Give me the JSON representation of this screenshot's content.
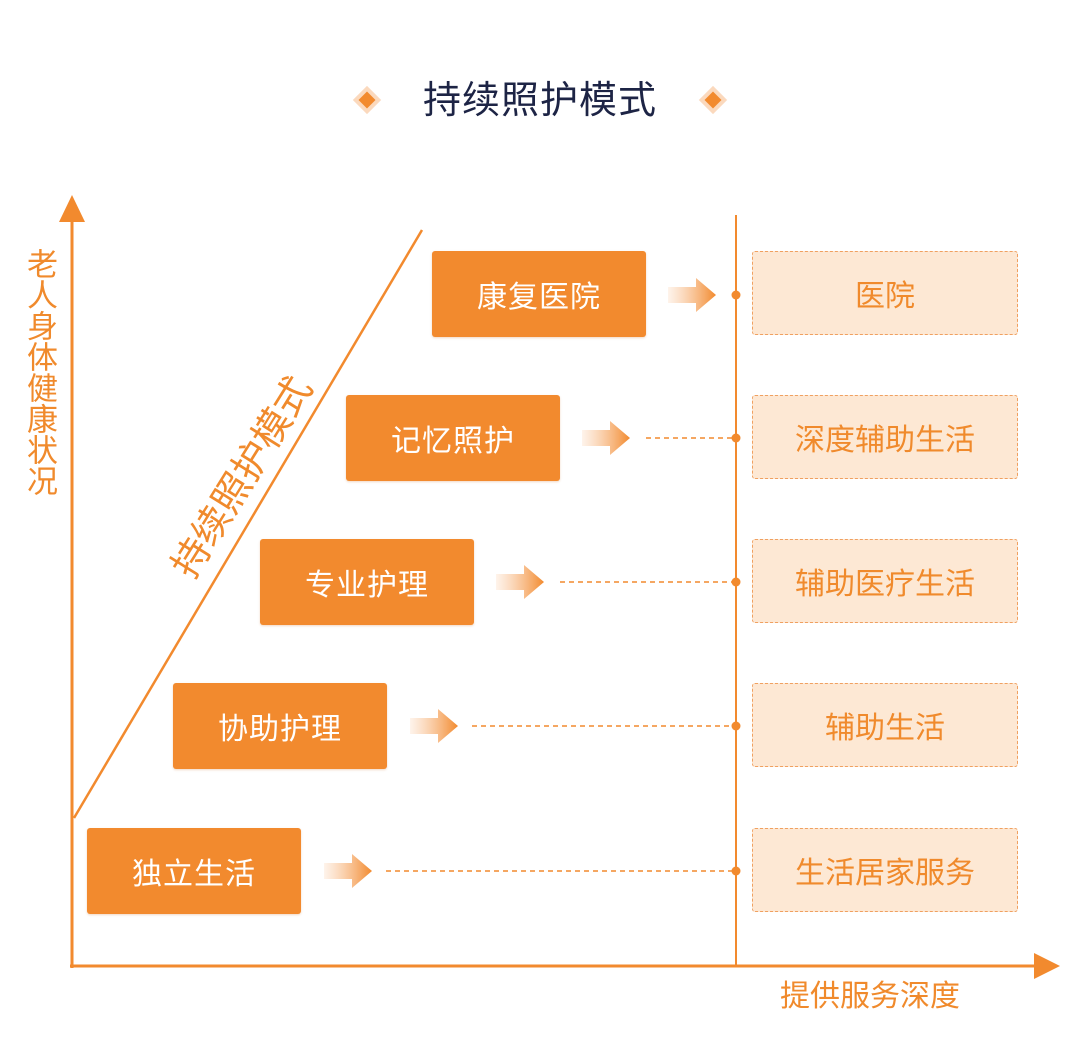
{
  "title": "持续照护模式",
  "y_axis_label": "老人身体健康状况",
  "x_axis_label": "提供服务深度",
  "diagonal_label": "持续照护模式",
  "stages": [
    {
      "label": "康复医院",
      "service": "医院"
    },
    {
      "label": "记忆照护",
      "service": "深度辅助生活"
    },
    {
      "label": "专业护理",
      "service": "辅助医疗生活"
    },
    {
      "label": "协助护理",
      "service": "辅助生活"
    },
    {
      "label": "独立生活",
      "service": "生活居家服务"
    }
  ],
  "colors": {
    "accent": "#f28a2e",
    "service_fill": "#fde8d4",
    "title_text": "#1d2445"
  }
}
